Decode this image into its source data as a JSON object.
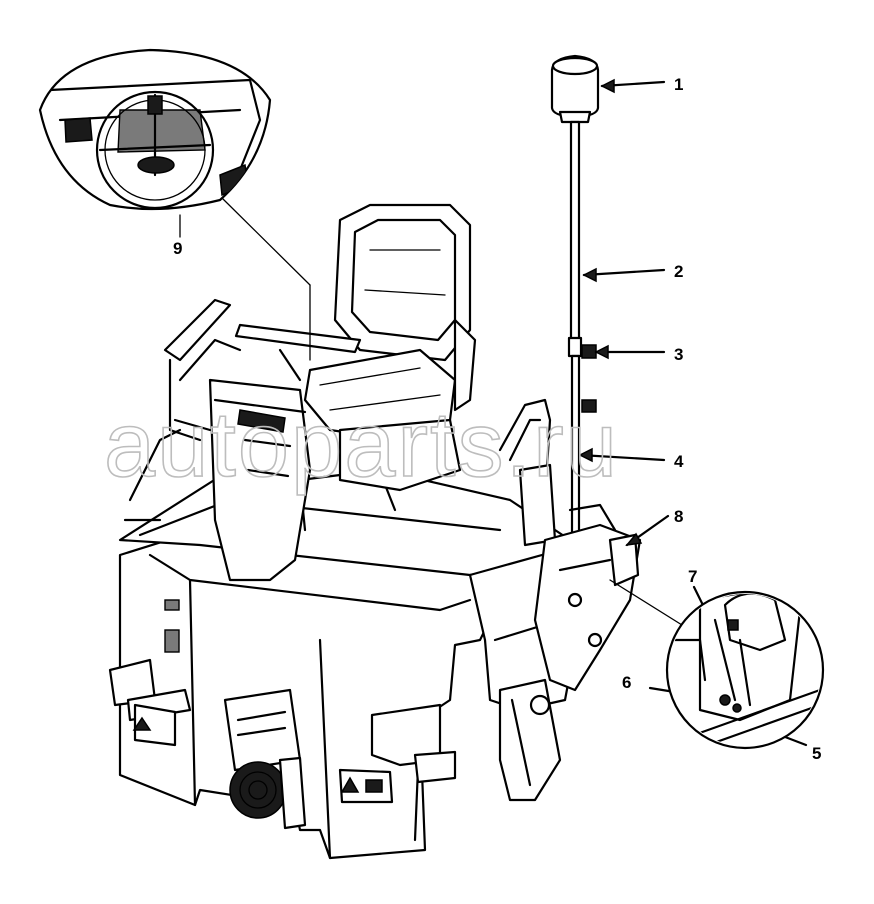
{
  "callouts": [
    {
      "label": "1"
    },
    {
      "label": "2"
    },
    {
      "label": "3"
    },
    {
      "label": "4"
    },
    {
      "label": "5"
    },
    {
      "label": "6"
    },
    {
      "label": "7"
    },
    {
      "label": "8"
    },
    {
      "label": "9"
    }
  ],
  "watermark": {
    "text": "autoparts.ru"
  },
  "colors": {
    "ink": "#000000",
    "paper": "#ffffff",
    "watermark": "#bdbdbd"
  }
}
